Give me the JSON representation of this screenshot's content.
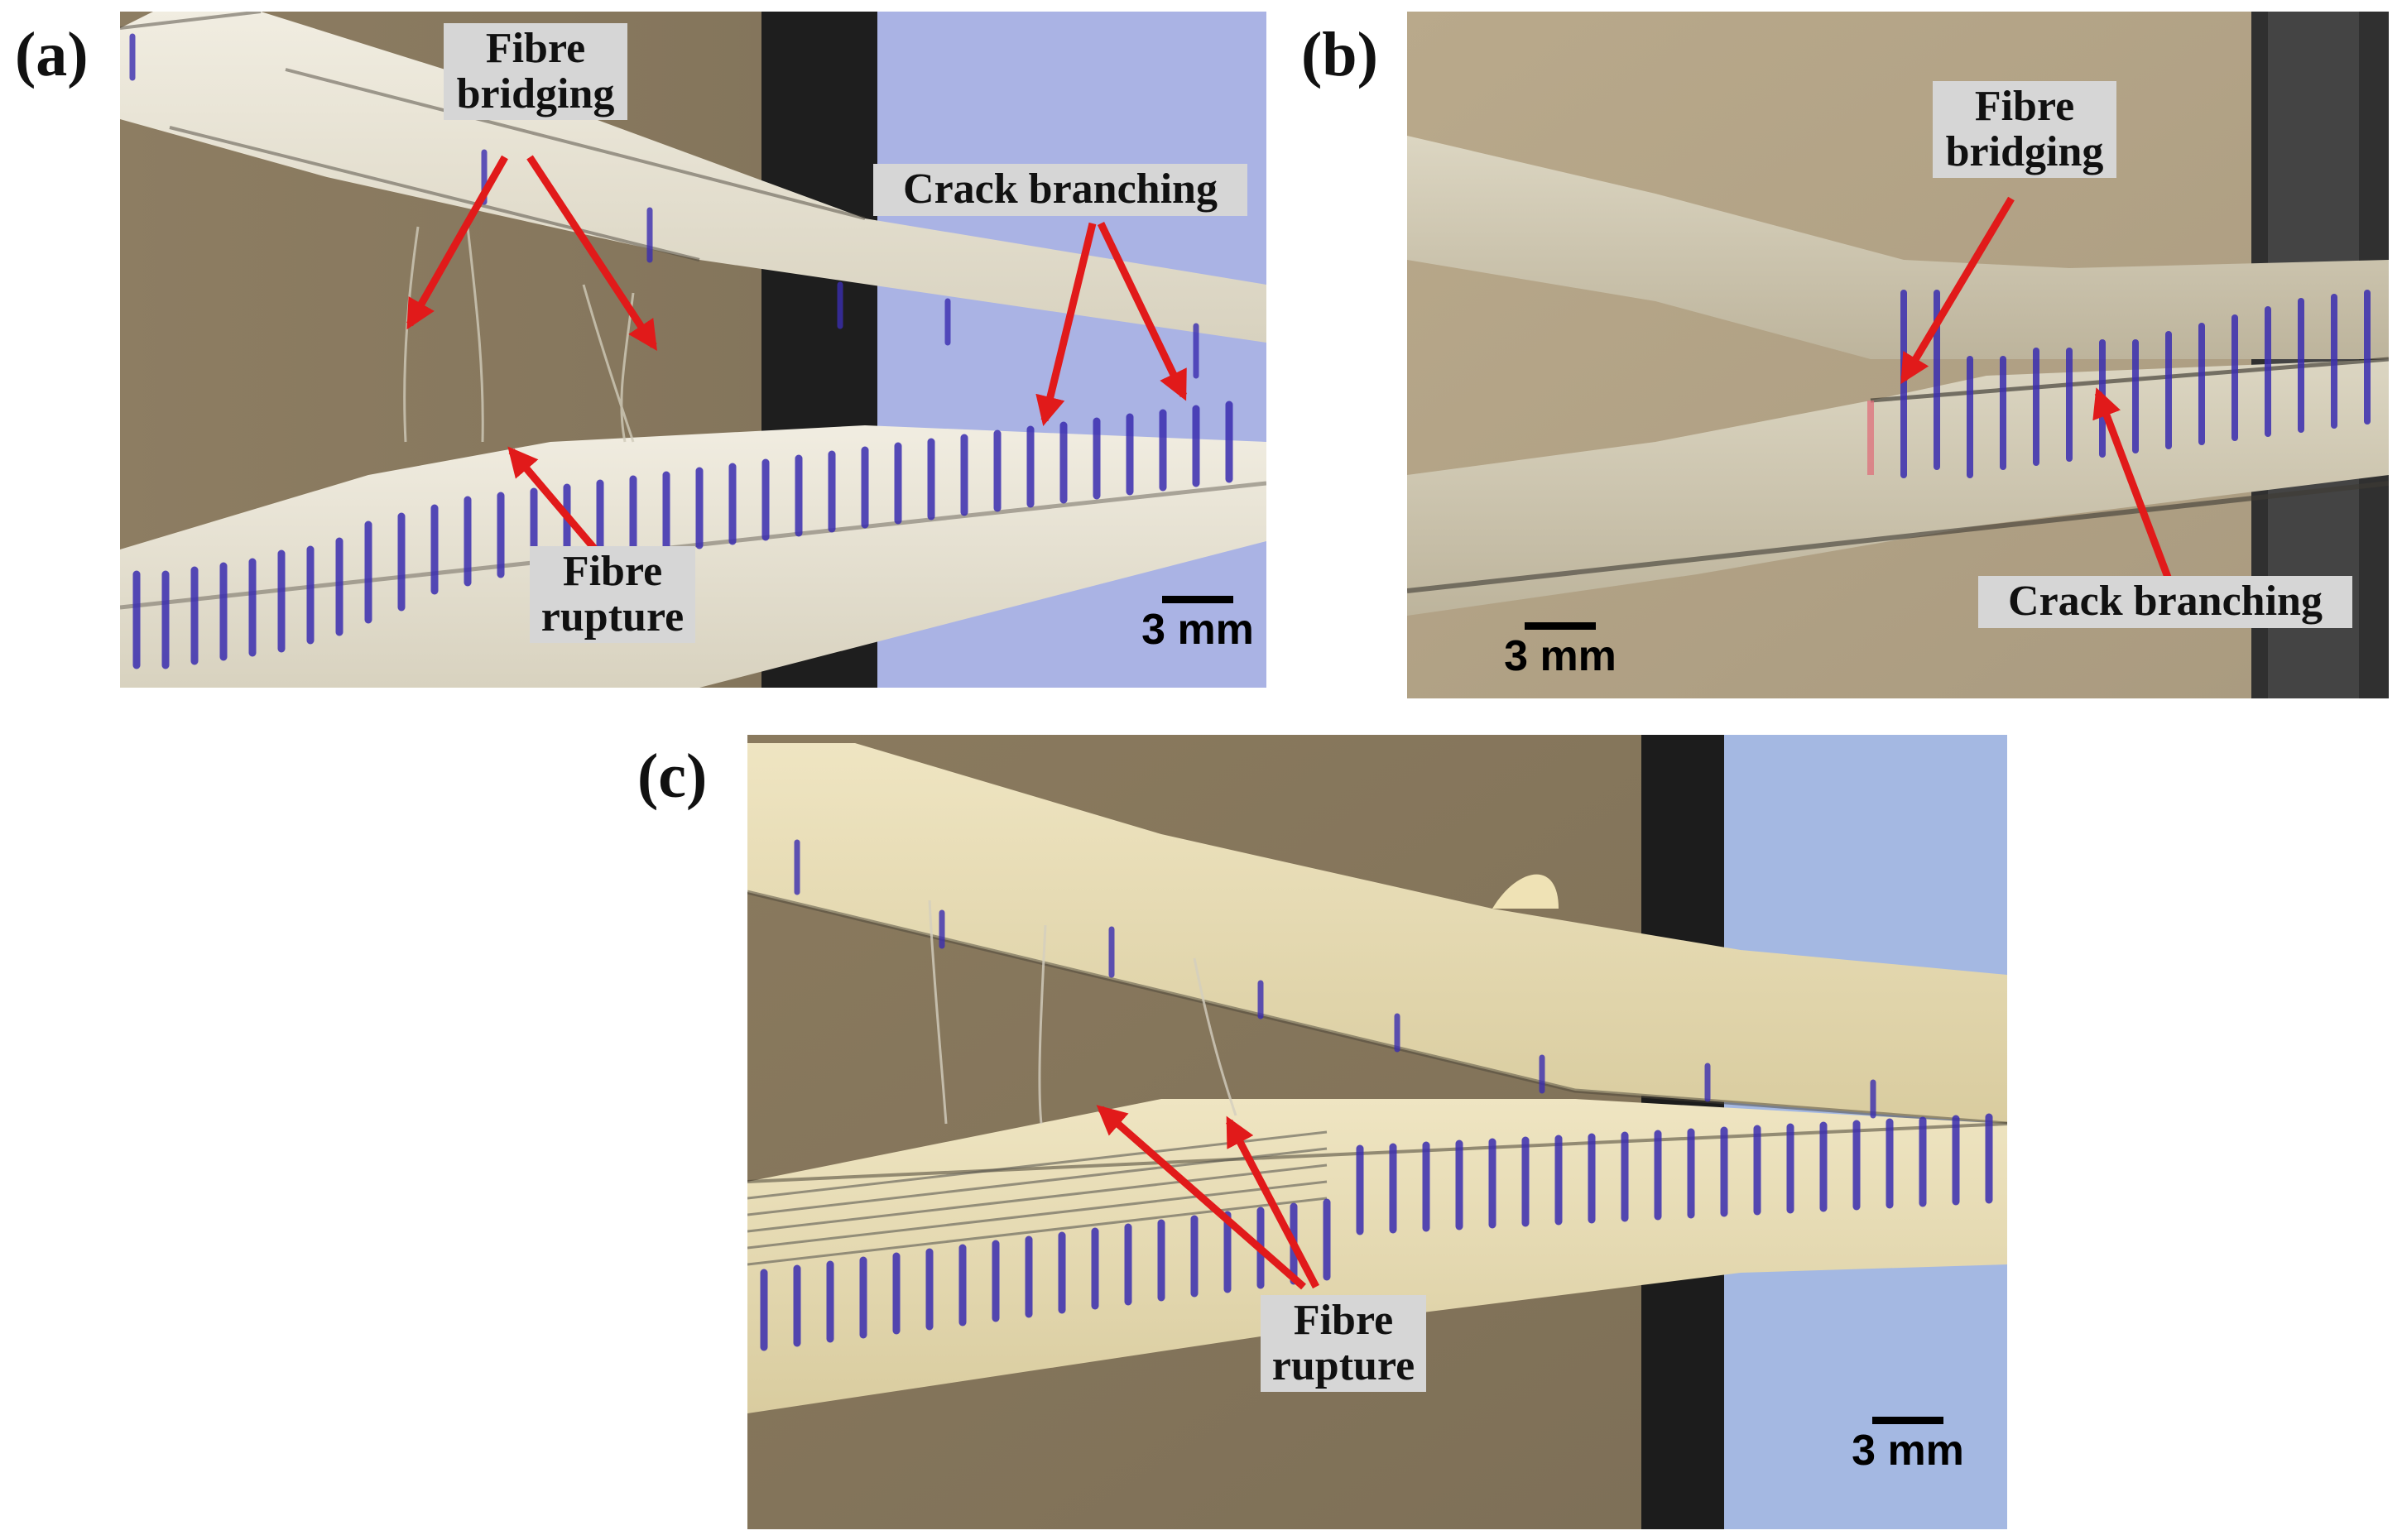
{
  "panels": {
    "a": {
      "letter": "(a)",
      "scale_label": "3 mm",
      "callouts": {
        "bridging": [
          "Fibre",
          "bridging"
        ],
        "branching": [
          "Crack branching"
        ],
        "rupture": [
          "Fibre",
          "rupture"
        ]
      }
    },
    "b": {
      "letter": "(b)",
      "scale_label": "3 mm",
      "callouts": {
        "bridging": [
          "Fibre",
          "bridging"
        ],
        "branching": [
          "Crack branching"
        ]
      }
    },
    "c": {
      "letter": "(c)",
      "scale_label": "3 mm",
      "callouts": {
        "rupture": [
          "Fibre",
          "rupture"
        ]
      }
    }
  },
  "colors": {
    "arrow": "#e11a1a",
    "marker_ink": "#3c2fb4",
    "laminate": "#e9e4d2",
    "background_brown": "#8c7a5f",
    "background_blue": "#a9b4e6",
    "frame_black": "#1d1d1d"
  }
}
